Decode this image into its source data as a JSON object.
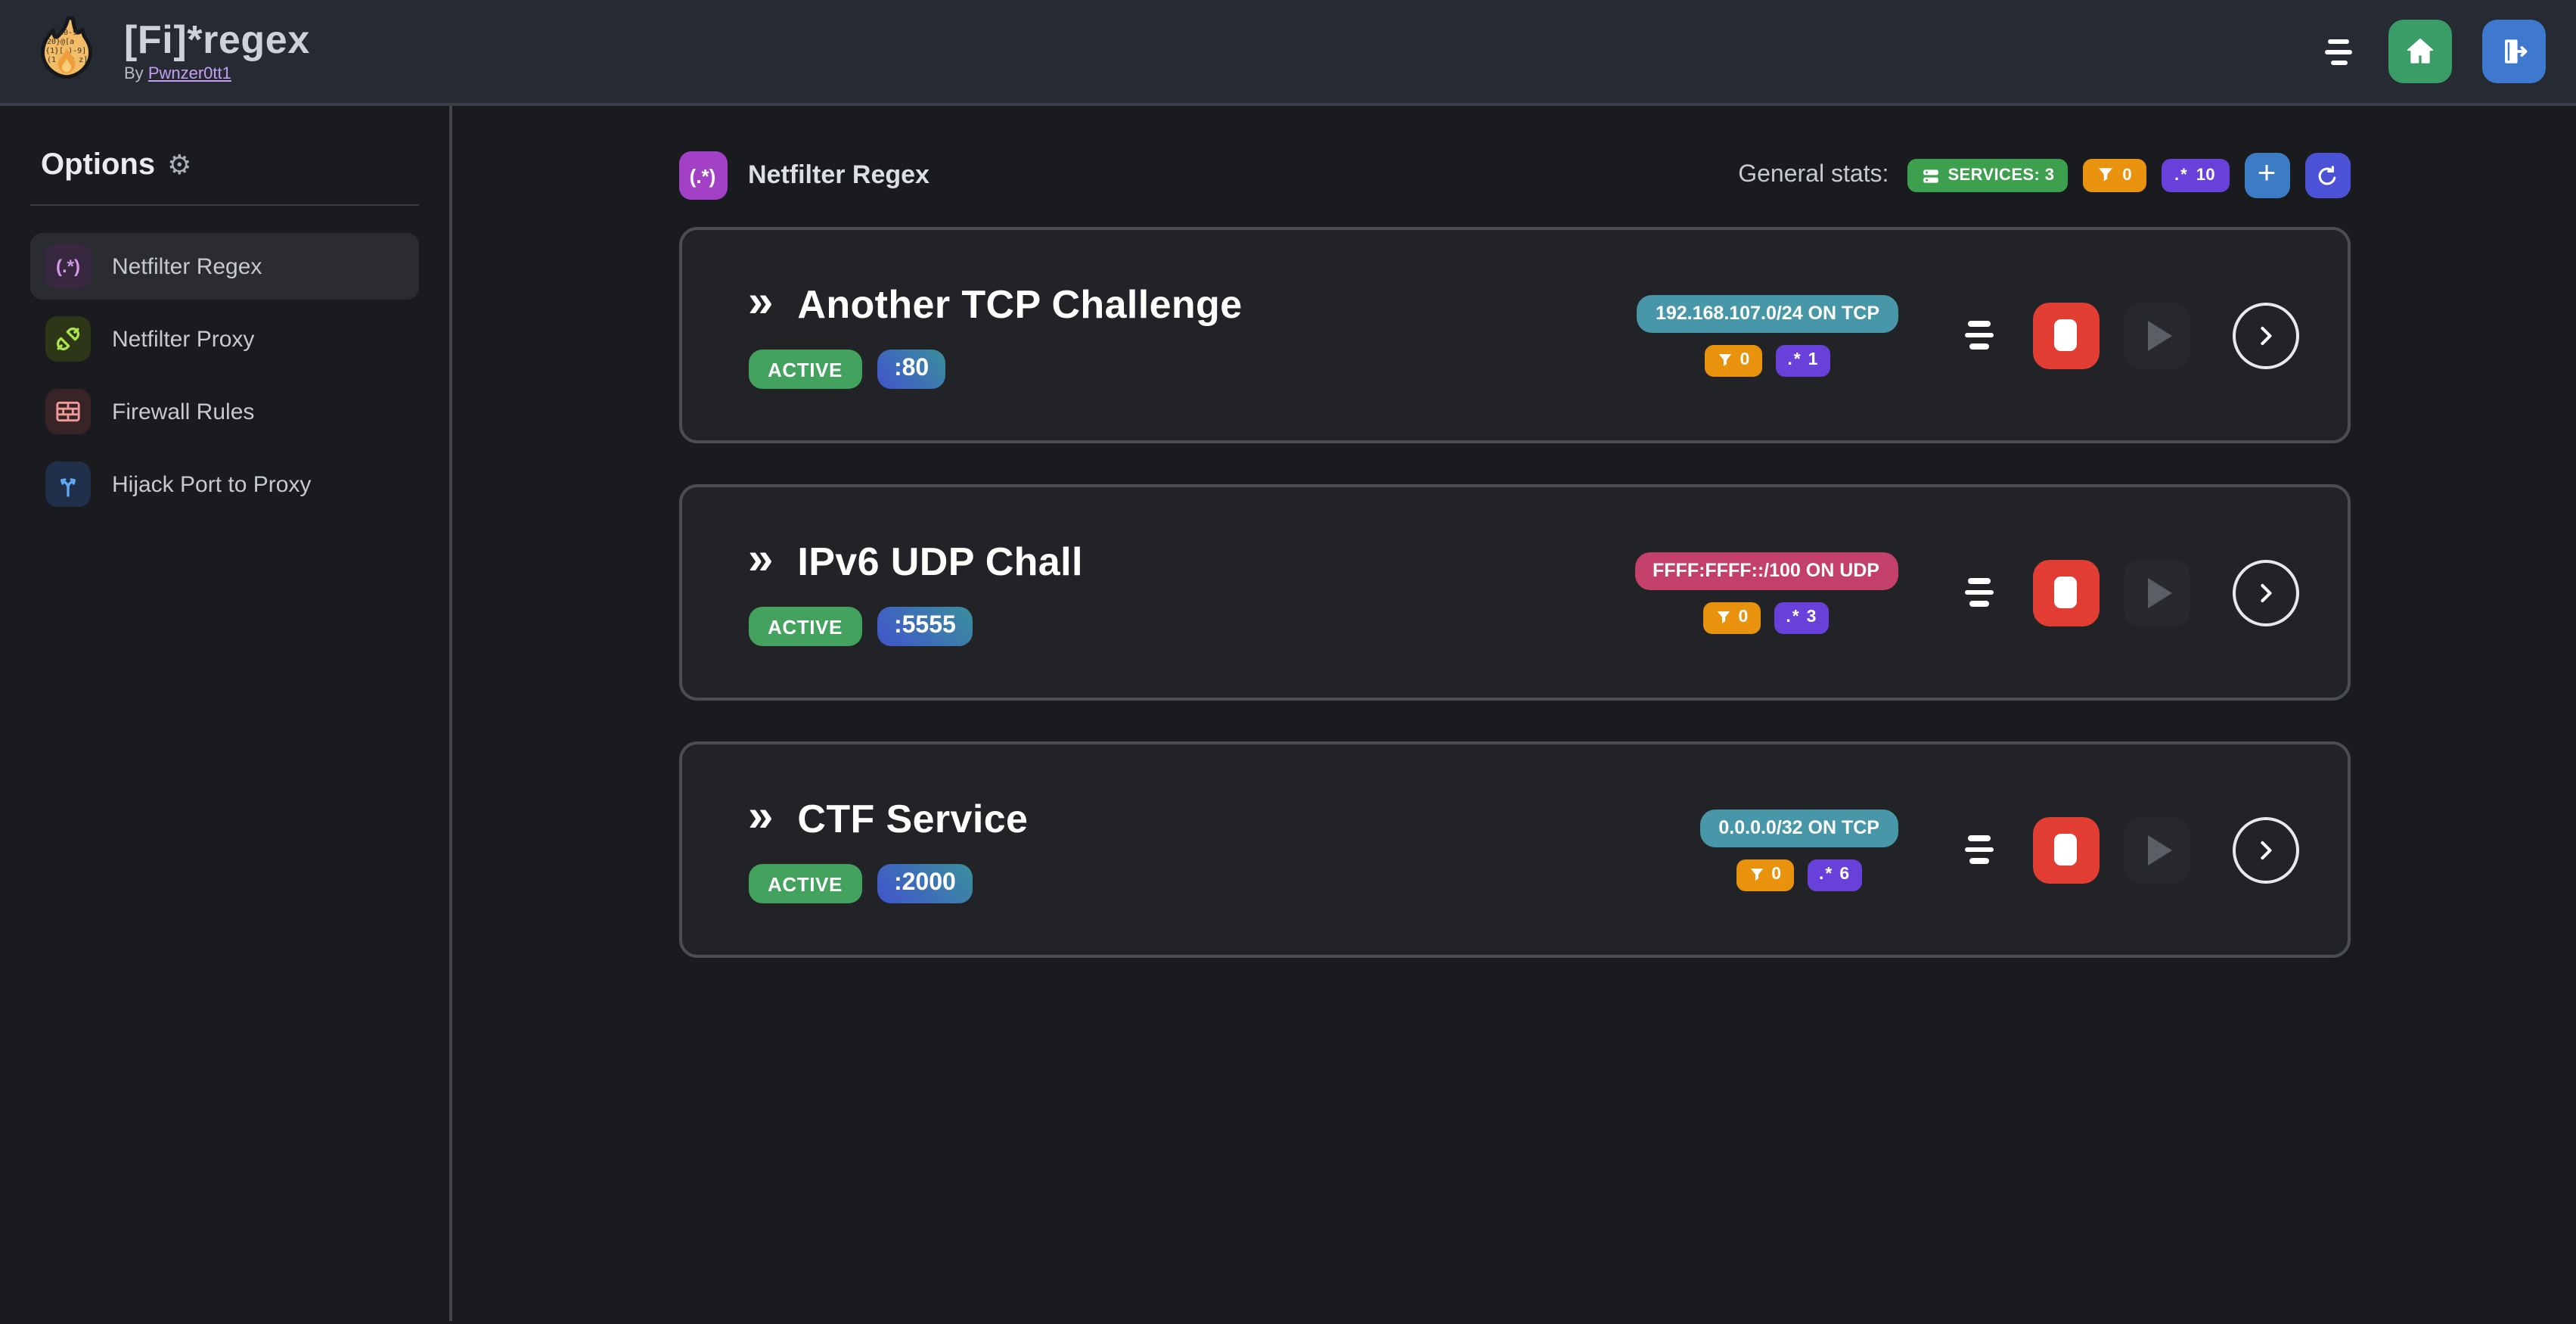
{
  "header": {
    "app_title": "[Fi]*regex",
    "byline_prefix": "By",
    "author": "Pwnzer0tt1"
  },
  "sidebar": {
    "title": "Options",
    "items": [
      {
        "label": "Netfilter Regex",
        "glyph": "(.*)"
      },
      {
        "label": "Netfilter Proxy"
      },
      {
        "label": "Firewall Rules"
      },
      {
        "label": "Hijack Port to Proxy"
      }
    ]
  },
  "main": {
    "section_icon_glyph": "(.*)",
    "section_title": "Netfilter Regex",
    "stats_label": "General stats:",
    "services_badge": "SERVICES: 3",
    "filters_count": "0",
    "regex_count": "10",
    "add_label": "+"
  },
  "services": [
    {
      "name": "Another TCP Challenge",
      "status": "ACTIVE",
      "port": ":80",
      "target": "192.168.107.0/24 ON TCP",
      "target_bg": "#4897a8",
      "filters": "0",
      "regexes": "1"
    },
    {
      "name": "IPv6 UDP Chall",
      "status": "ACTIVE",
      "port": ":5555",
      "target": "FFFF:FFFF::/100 ON UDP",
      "target_bg": "#c24069",
      "filters": "0",
      "regexes": "3"
    },
    {
      "name": "CTF Service",
      "status": "ACTIVE",
      "port": ":2000",
      "target": "0.0.0.0/32 ON TCP",
      "target_bg": "#4897a8",
      "filters": "0",
      "regexes": "6"
    }
  ],
  "glyphs": {
    "double_chevron": "»",
    "regex": ".*",
    "gear": "⚙"
  },
  "colors": {
    "header_bg": "#262a33",
    "page_bg": "#1a1b1f",
    "card_bg": "#212327",
    "card_border": "#4a4d53",
    "green": "#3da04e",
    "orange": "#e8920e",
    "violet": "#6741d9",
    "teal": "#4897a8",
    "pink": "#c24069",
    "stop_red": "#e13d33",
    "home_green": "#3a9d68",
    "logout_blue": "#3e79cf",
    "add_blue": "#3b7cc4",
    "refresh_indigo": "#4c52d6",
    "grape": "#a341c6"
  }
}
